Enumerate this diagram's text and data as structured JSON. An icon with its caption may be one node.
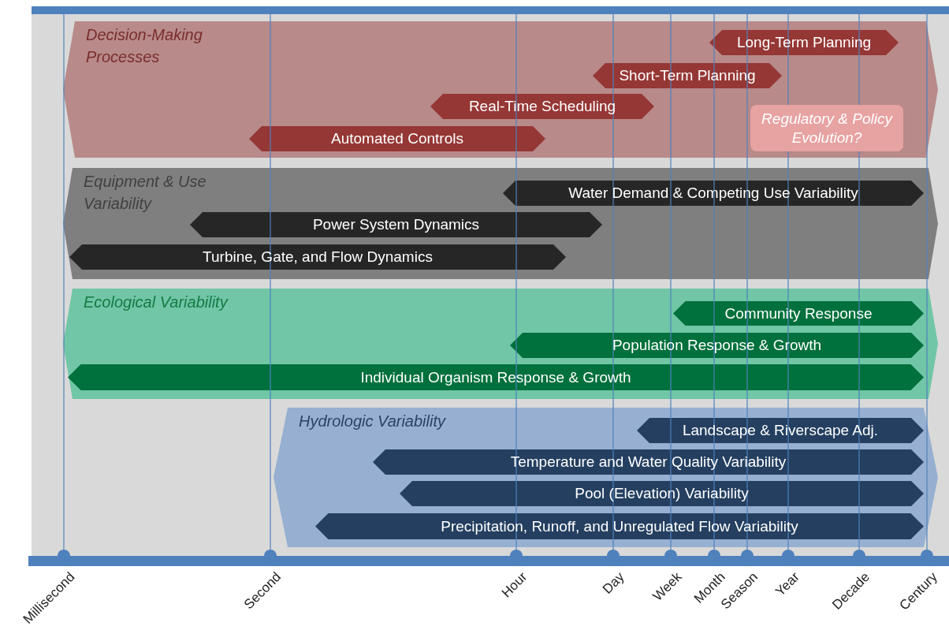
{
  "diagram": {
    "nodes": [
      {
        "text": [
          "Decision-Making Processes"
        ]
      },
      {
        "text": [
          "Long-Term Planning"
        ],
        "in": 0
      },
      {
        "text": [
          "Short-Term Planning"
        ],
        "in": 0
      },
      {
        "text": [
          "Real-Time Scheduling"
        ],
        "in": 0
      },
      {
        "text": [
          "Regulatory & Policy Evolution?"
        ],
        "in": 0
      },
      {
        "text": [
          "Automated Controls"
        ],
        "in": 0
      },
      {
        "text": [
          "Equipment & Use Variability"
        ]
      },
      {
        "text": [
          "Water Demand & Competing Use Variability"
        ],
        "in": 6
      },
      {
        "text": [
          "Power System Dynamics"
        ],
        "in": 6
      },
      {
        "text": [
          "Turbine, Gate, and Flow Dynamics"
        ],
        "in": 6
      },
      {
        "text": [
          "Ecological Variability"
        ]
      },
      {
        "text": [
          "Community Response"
        ],
        "in": 10
      },
      {
        "text": [
          "Population Response & Growth"
        ],
        "in": 10
      },
      {
        "text": [
          "Individual Organism Response & Growth"
        ],
        "in": 10
      },
      {
        "text": [
          "Hydrologic Variability"
        ]
      },
      {
        "text": [
          "Landscape & Riverscape Adj."
        ],
        "in": 14
      },
      {
        "text": [
          "Temperature and Water Quality Variability"
        ],
        "in": 14
      },
      {
        "text": [
          "Pool (Elevation) Variability"
        ],
        "in": 14
      },
      {
        "text": [
          "Precipitation, Runoff, and Unregulated Flow Variability"
        ],
        "in": 14
      }
    ],
    "labels": [
      "Millisecond",
      "Second",
      "Hour",
      "Day",
      "Week",
      "Month",
      "Season",
      "Year",
      "Decade",
      "Century"
    ]
  }
}
